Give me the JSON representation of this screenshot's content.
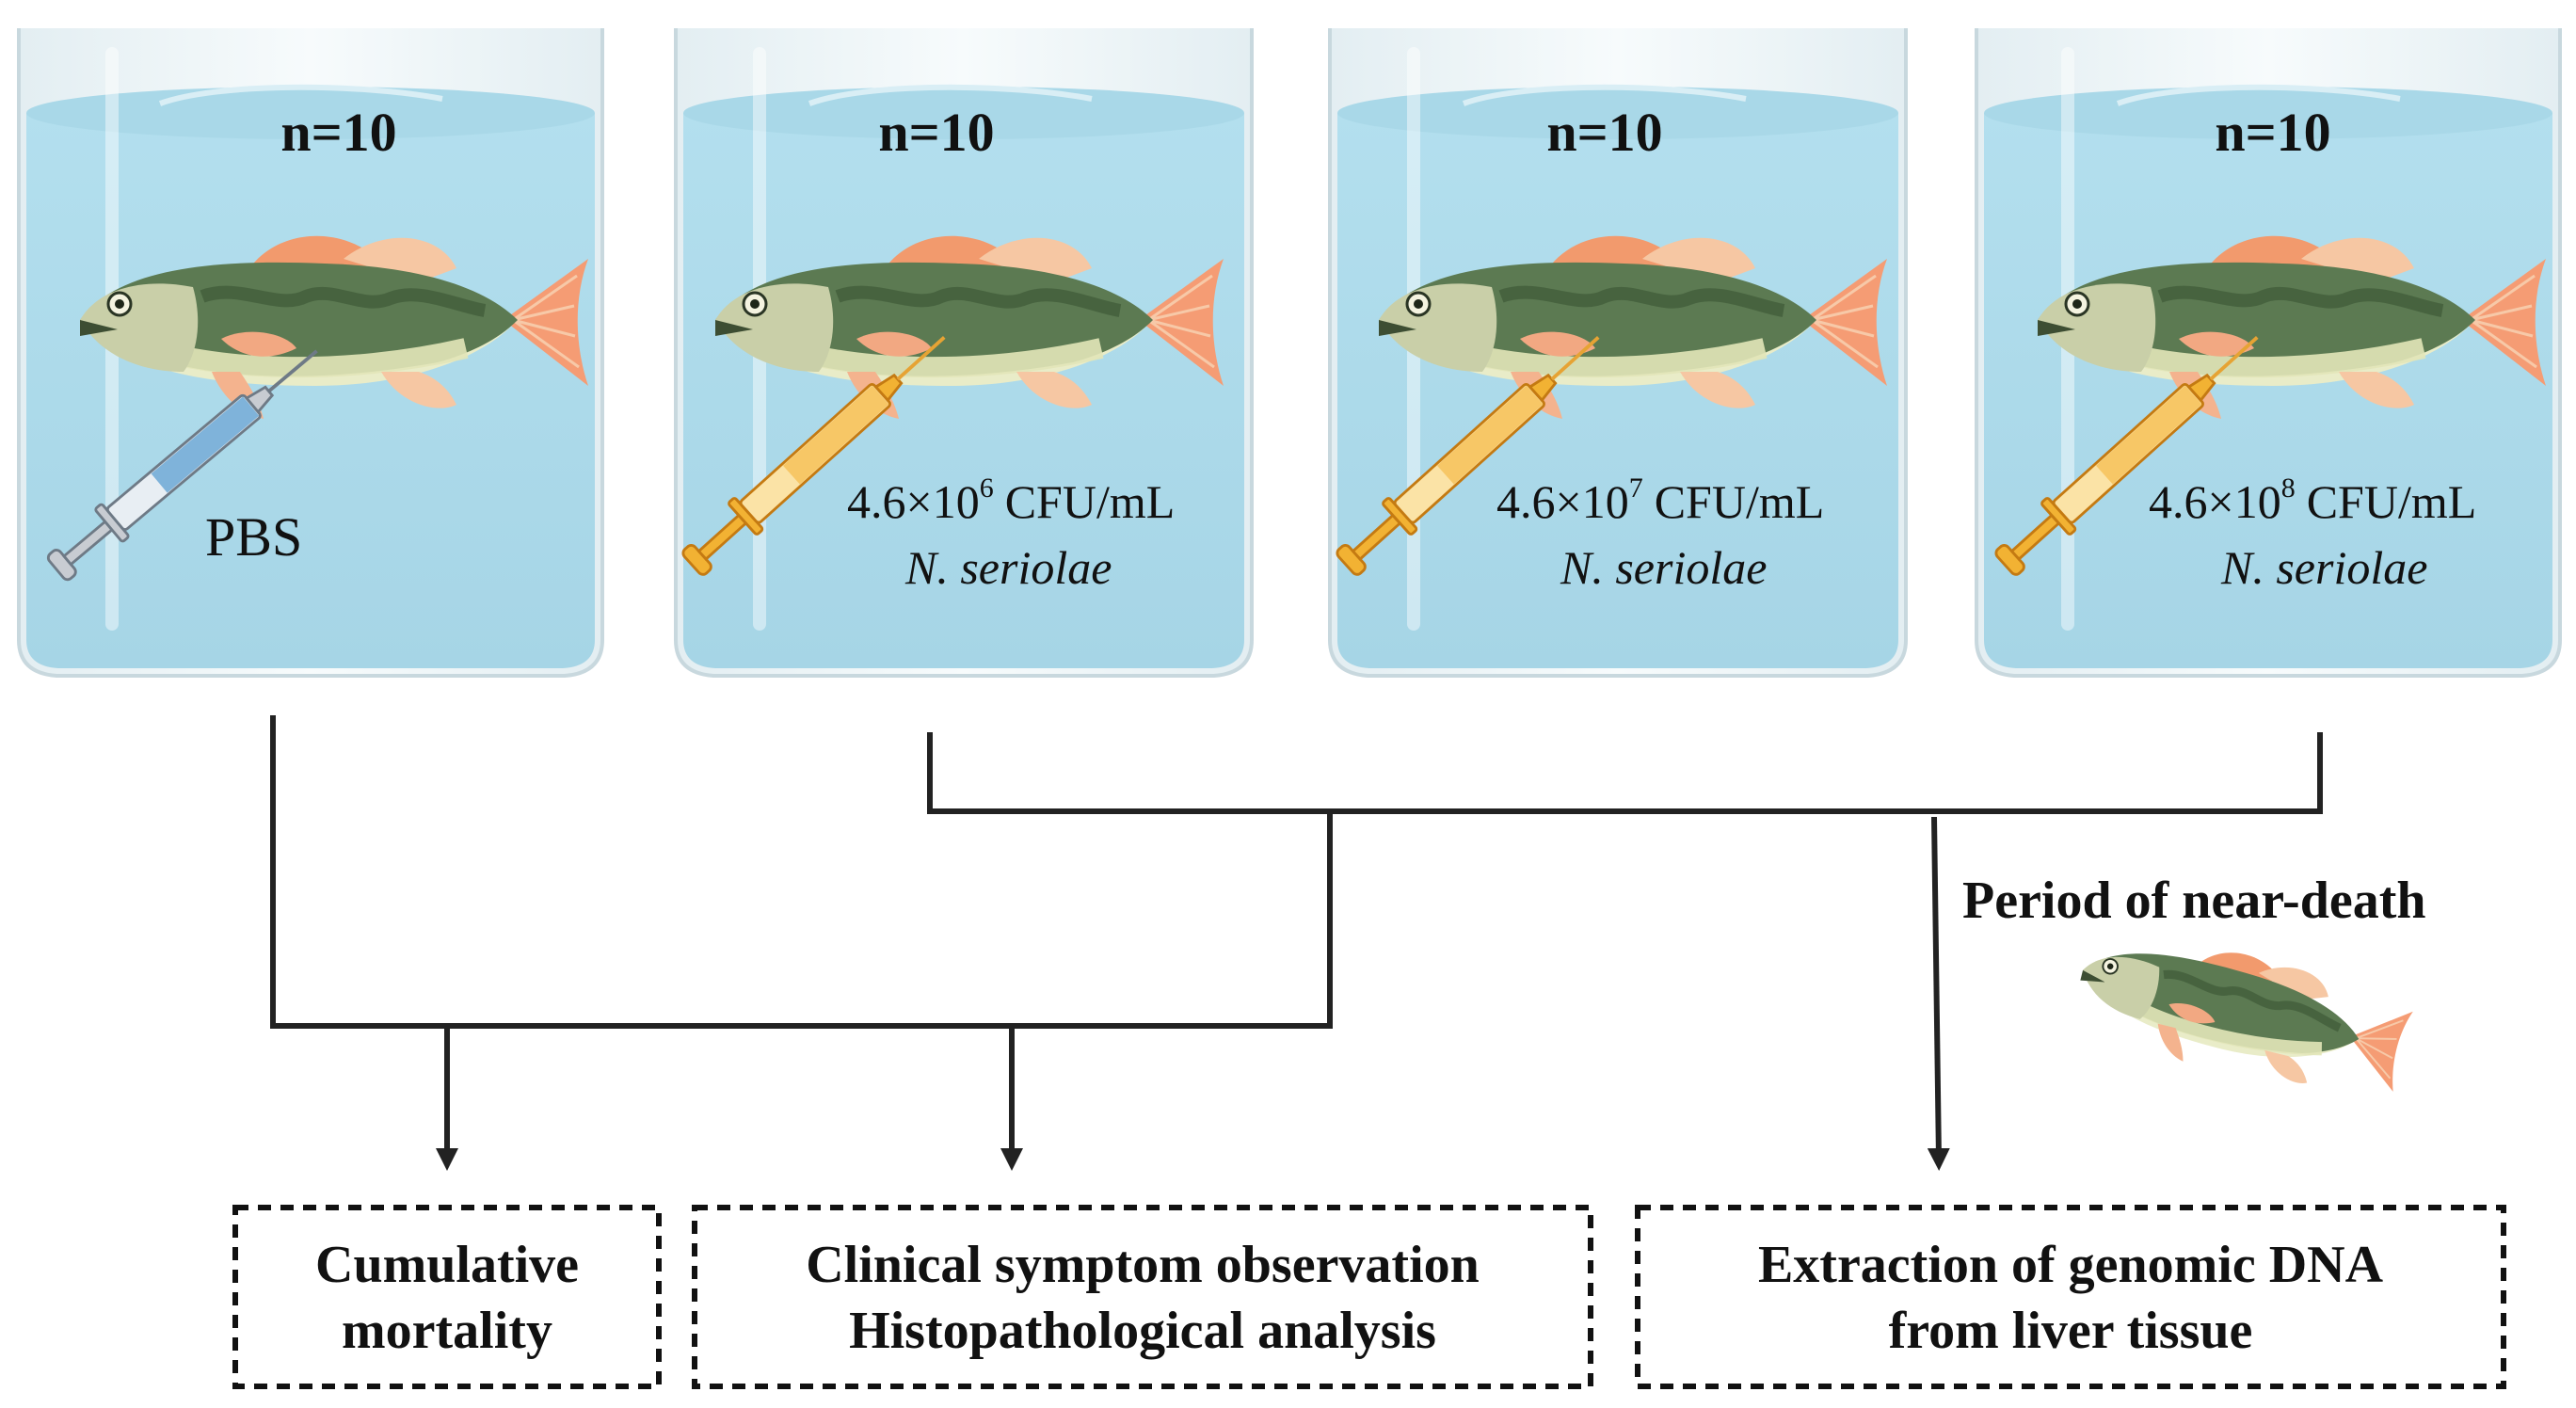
{
  "tanks": [
    {
      "count_label": "n=10",
      "injection": "PBS",
      "dose_base": "",
      "dose_exp": "",
      "dose_unit": "",
      "organism": ""
    },
    {
      "count_label": "n=10",
      "injection": "",
      "dose_base": "4.6×10",
      "dose_exp": "6",
      "dose_unit": "CFU/mL",
      "organism": "N. seriolae"
    },
    {
      "count_label": "n=10",
      "injection": "",
      "dose_base": "4.6×10",
      "dose_exp": "7",
      "dose_unit": "CFU/mL",
      "organism": "N. seriolae"
    },
    {
      "count_label": "n=10",
      "injection": "",
      "dose_base": "4.6×10",
      "dose_exp": "8",
      "dose_unit": "CFU/mL",
      "organism": "N. seriolae"
    }
  ],
  "near_death_label": "Period of near-death",
  "outcomes": [
    {
      "line1": "Cumulative",
      "line2": "mortality"
    },
    {
      "line1": "Clinical symptom observation",
      "line2": "Histopathological analysis"
    },
    {
      "line1": "Extraction of genomic DNA",
      "line2": "from liver tissue"
    }
  ],
  "colors": {
    "water": "#bfe3ef",
    "water_surface": "#a9d8e8",
    "fish_body": "#5c7a52",
    "fish_belly": "#e9ecc8",
    "fish_fin": "#f4a57c",
    "pbs_syringe": "#7fb3da",
    "bacteria_syringe": "#f2b233",
    "line": "#222222"
  },
  "icons": [
    "beaker-icon",
    "fish-icon",
    "syringe-icon",
    "arrow-down-icon"
  ]
}
